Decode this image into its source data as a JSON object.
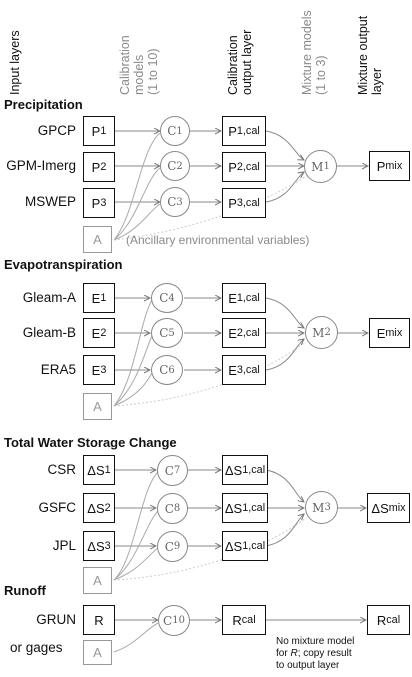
{
  "headers": {
    "input": "Input layers",
    "calib_models": "Calibration models (1 to 10)",
    "calib_models_l1": "Calibration",
    "calib_models_l2": "models",
    "calib_models_l3": "(1 to 10)",
    "calib_output": "Calibration output layer",
    "calib_output_l1": "Calibration",
    "calib_output_l2": "output layer",
    "mix_models": "Mixture models (1 to 3)",
    "mix_models_l1": "Mixture models",
    "mix_models_l2": "(1 to 3)",
    "mix_output": "Mixture output layer",
    "mix_output_l1": "Mixture output",
    "mix_output_l2": "layer"
  },
  "ancillary_note": "(Ancillary environmental variables)",
  "ancillary_label": "A",
  "sections": [
    {
      "title": "Precipitation",
      "sources": [
        "GPCP",
        "GPM-Imerg",
        "MSWEP"
      ],
      "inputs": [
        "P",
        "P",
        "P"
      ],
      "input_sub": [
        "1",
        "2",
        "3"
      ],
      "models": [
        "C1",
        "C2",
        "C3"
      ],
      "model_base": "C",
      "model_sub": [
        "1",
        "2",
        "3"
      ],
      "outputs": [
        "P",
        "P",
        "P"
      ],
      "output_sub": [
        "1,cal",
        "2,cal",
        "3,cal"
      ],
      "mixture": "M",
      "mixture_sub": "1",
      "mix_out": "P",
      "mix_out_sub": "mix"
    },
    {
      "title": "Evapotranspiration",
      "sources": [
        "Gleam-A",
        "Gleam-B",
        "ERA5"
      ],
      "inputs": [
        "E",
        "E",
        "E"
      ],
      "input_sub": [
        "1",
        "2",
        "3"
      ],
      "model_base": "C",
      "model_sub": [
        "4",
        "5",
        "6"
      ],
      "outputs": [
        "E",
        "E",
        "E"
      ],
      "output_sub": [
        "1,cal",
        "2,cal",
        "3,cal"
      ],
      "mixture": "M",
      "mixture_sub": "2",
      "mix_out": "E",
      "mix_out_sub": "mix"
    },
    {
      "title": "Total Water Storage Change",
      "sources": [
        "CSR",
        "GSFC",
        "JPL"
      ],
      "inputs": [
        "ΔS",
        "ΔS",
        "ΔS"
      ],
      "input_sub": [
        "1",
        "2",
        "3"
      ],
      "model_base": "C",
      "model_sub": [
        "7",
        "8",
        "9"
      ],
      "outputs": [
        "ΔS",
        "ΔS",
        "ΔS"
      ],
      "output_sub": [
        "1,cal",
        "1,cal",
        "1,cal"
      ],
      "mixture": "M",
      "mixture_sub": "3",
      "mix_out": "ΔS",
      "mix_out_sub": "mix"
    },
    {
      "title": "Runoff",
      "sources": [
        "GRUN",
        "or gages"
      ],
      "inputs": [
        "R"
      ],
      "model_base": "C",
      "model_sub": [
        "10"
      ],
      "outputs": [
        "R"
      ],
      "output_sub": [
        "cal"
      ],
      "mix_out": "R",
      "mix_out_sub": "cal",
      "note": "No mixture model for R; copy result to output layer",
      "note_l1": "No mixture model",
      "note_l2": "for ",
      "note_l2_r": "R",
      "note_l2_end": "; copy result",
      "note_l3": "to output layer"
    }
  ]
}
